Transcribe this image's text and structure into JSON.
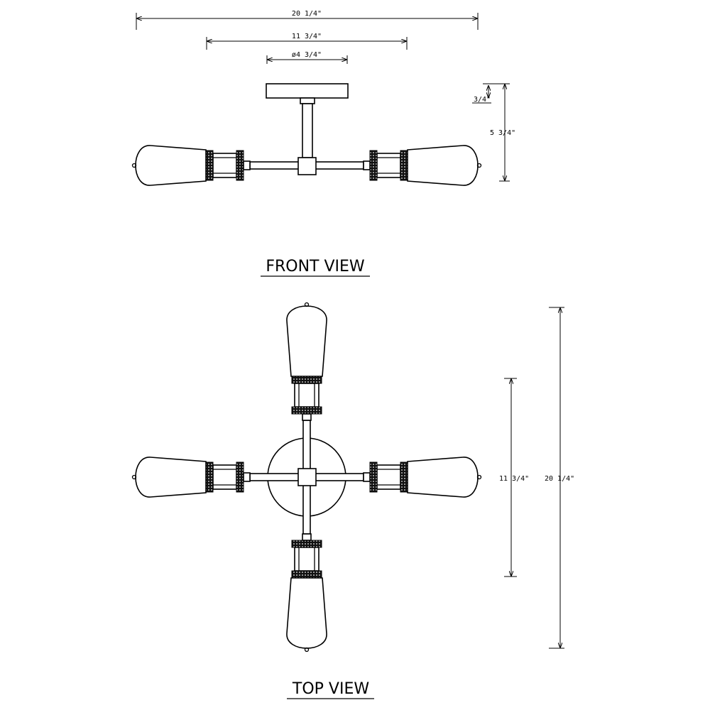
{
  "front_view": {
    "title": "FRONT VIEW",
    "dims": {
      "overall_width": "20 1/4\"",
      "arm_span": "11 3/4\"",
      "canopy_diameter": "ø4 3/4\"",
      "canopy_height": "3/4\"",
      "overall_height": "5 3/4\""
    }
  },
  "top_view": {
    "title": "TOP VIEW",
    "dims": {
      "arm_span": "11 3/4\"",
      "overall_width": "20 1/4\""
    }
  },
  "colors": {
    "line": "#000000",
    "background": "#ffffff"
  }
}
